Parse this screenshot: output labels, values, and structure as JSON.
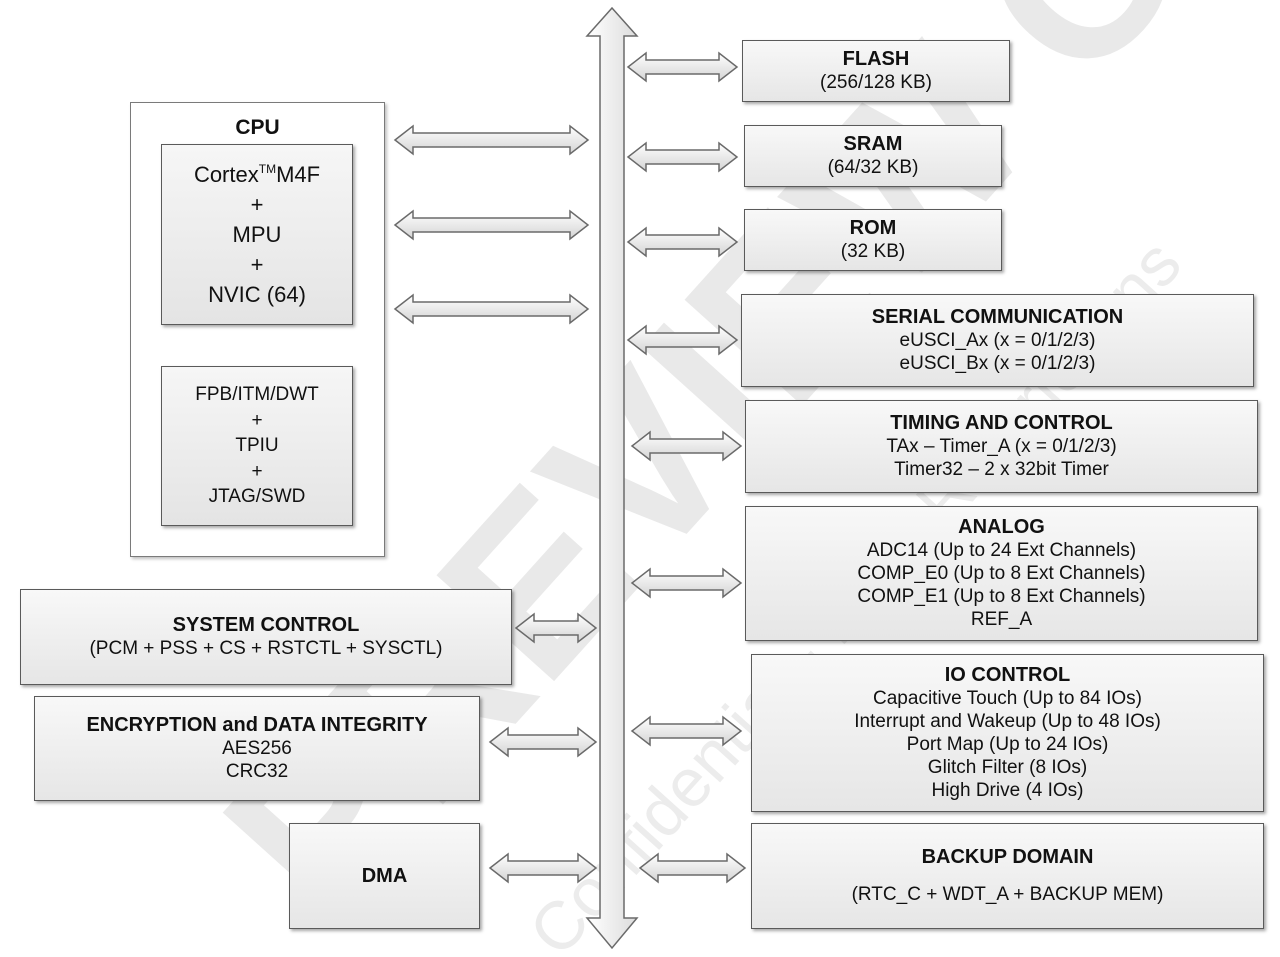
{
  "bus_arrow_icon": "vertical-double-arrow",
  "connector_icon": "horizontal-double-arrow",
  "watermark": {
    "text_large": "PREVIEW ONLY",
    "text_small": "Confidential - NDA Restrictions"
  },
  "cpu": {
    "title": "CPU",
    "core": {
      "name": "Cortex",
      "trademark": "TM",
      "suffix": "M4F",
      "plus1": "+",
      "mpu": "MPU",
      "plus2": "+",
      "nvic": "NVIC (64)"
    },
    "debug": {
      "line1": "FPB/ITM/DWT",
      "plus1": "+",
      "line2": "TPIU",
      "plus2": "+",
      "line3": "JTAG/SWD"
    }
  },
  "system_control": {
    "title": "SYSTEM CONTROL",
    "detail": "(PCM + PSS + CS + RSTCTL + SYSCTL)"
  },
  "encryption": {
    "title": "ENCRYPTION and DATA INTEGRITY",
    "lines": [
      "AES256",
      "CRC32"
    ]
  },
  "dma": {
    "title": "DMA"
  },
  "flash": {
    "title": "FLASH",
    "detail": "(256/128 KB)"
  },
  "sram": {
    "title": "SRAM",
    "detail": "(64/32 KB)"
  },
  "rom": {
    "title": "ROM",
    "detail": "(32 KB)"
  },
  "serial": {
    "title": "SERIAL COMMUNICATION",
    "lines": [
      "eUSCI_Ax (x = 0/1/2/3)",
      "eUSCI_Bx (x = 0/1/2/3)"
    ]
  },
  "timing": {
    "title": "TIMING AND CONTROL",
    "lines": [
      "TAx – Timer_A (x = 0/1/2/3)",
      "Timer32 – 2 x 32bit Timer"
    ]
  },
  "analog": {
    "title": "ANALOG",
    "lines": [
      "ADC14 (Up to 24 Ext Channels)",
      "COMP_E0 (Up to 8 Ext Channels)",
      "COMP_E1 (Up to 8 Ext Channels)",
      "REF_A"
    ]
  },
  "io": {
    "title": "IO CONTROL",
    "lines": [
      "Capacitive Touch (Up to 84 IOs)",
      "Interrupt and Wakeup (Up to 48 IOs)",
      "Port Map (Up to 24 IOs)",
      "Glitch Filter (8 IOs)",
      "High Drive (4 IOs)"
    ]
  },
  "backup": {
    "title": "BACKUP DOMAIN",
    "detail": "(RTC_C + WDT_A + BACKUP MEM)"
  }
}
